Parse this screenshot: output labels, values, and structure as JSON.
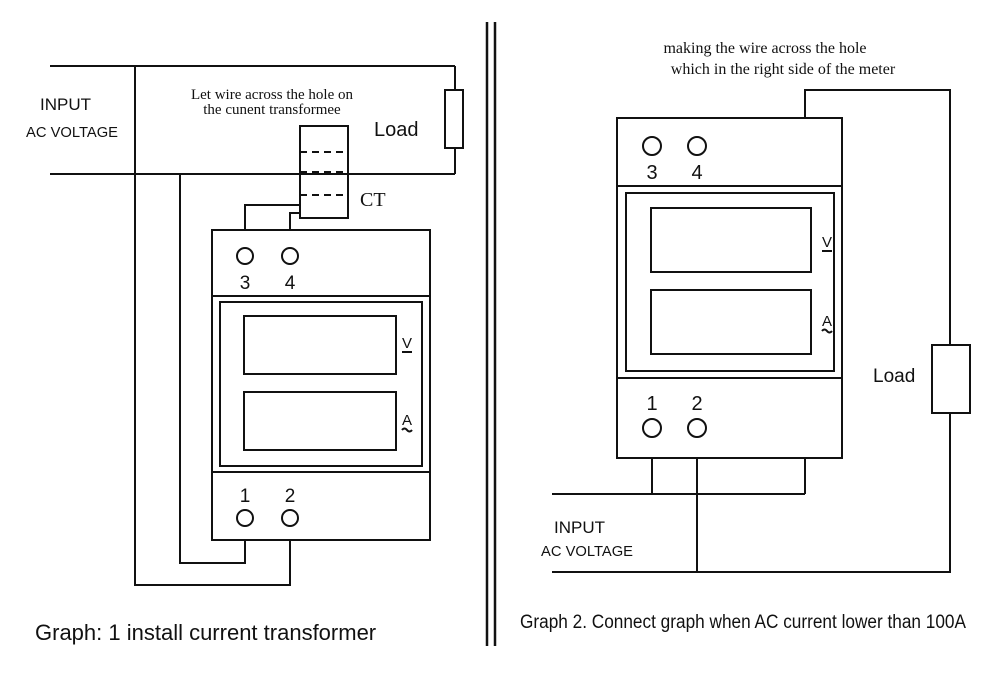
{
  "graph1": {
    "input_label": "INPUT",
    "ac_voltage_label": "AC VOLTAGE",
    "ct_note_line1": "Let wire across the hole on",
    "ct_note_line2": "the cunent transformee",
    "load_label": "Load",
    "ct_label": "CT",
    "terminal_3": "3",
    "terminal_4": "4",
    "terminal_1": "1",
    "terminal_2": "2",
    "volt_symbol": "V",
    "amp_symbol": "A",
    "caption": "Graph: 1 install current transformer"
  },
  "graph2": {
    "note_line1": "making the wire across the hole",
    "note_line2": "which in the right side of the meter",
    "load_label": "Load",
    "input_label": "INPUT",
    "ac_voltage_label": "AC VOLTAGE",
    "terminal_3": "3",
    "terminal_4": "4",
    "terminal_1": "1",
    "terminal_2": "2",
    "volt_symbol": "V",
    "amp_symbol": "A",
    "caption": "Graph 2. Connect graph when AC current lower than 100A"
  }
}
